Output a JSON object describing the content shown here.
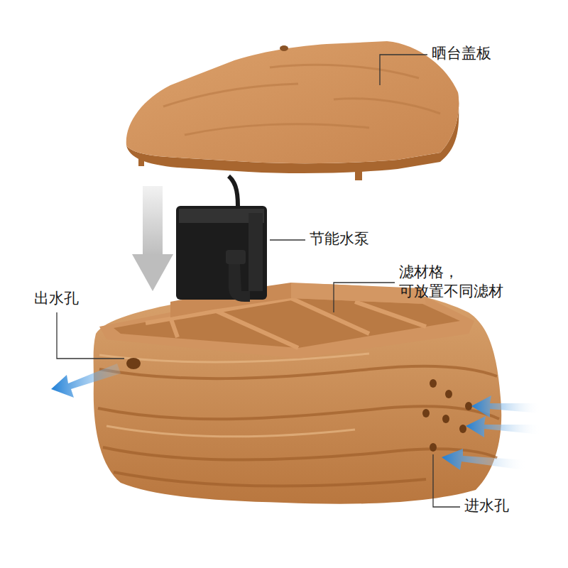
{
  "diagram": {
    "labels": [
      "晒台盖板",
      "节能水泵",
      "滤材格， 可放置不同滤材",
      "出水孔",
      "进水孔"
    ]
  }
}
